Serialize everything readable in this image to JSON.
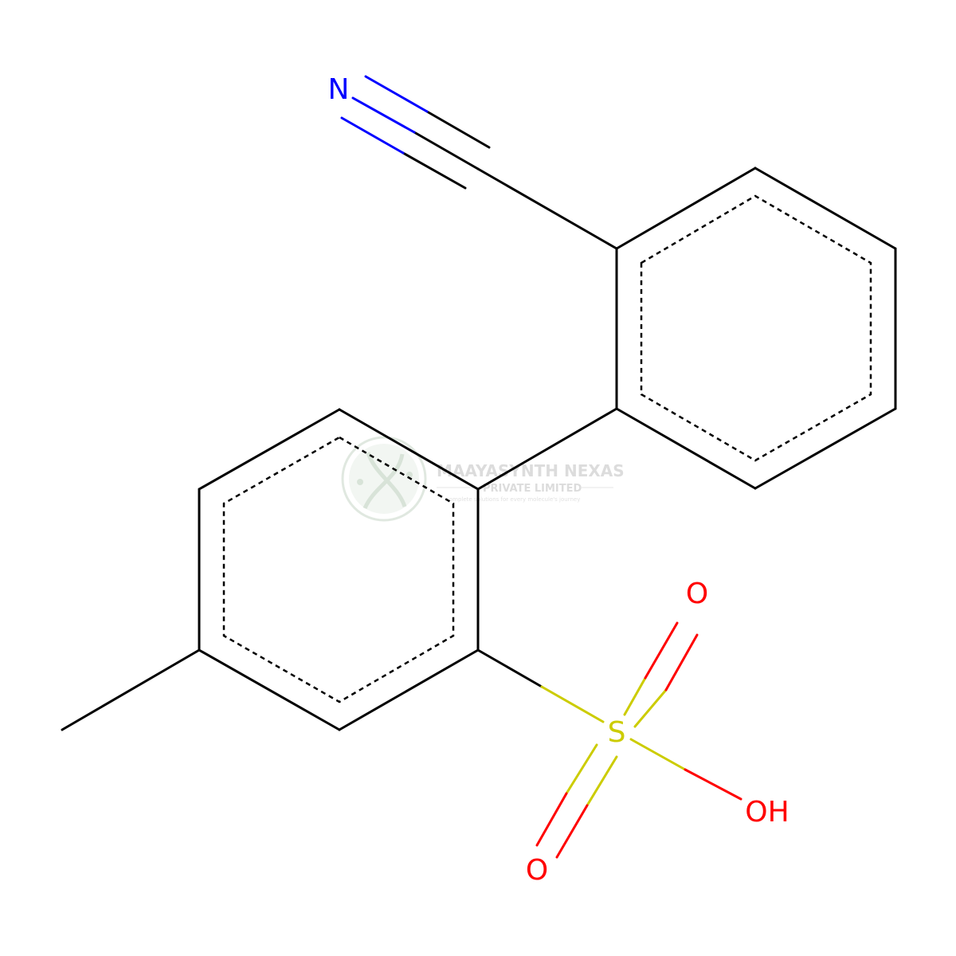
{
  "colors": {
    "carbon": "#000000",
    "nitrogen": "#0000ff",
    "oxygen": "#ff0000",
    "sulfur": "#cccc00",
    "watermark": "#c8d7c8",
    "watermark_text": "#c0c0c0"
  },
  "atoms": {
    "n_label": "N",
    "s_label": "S",
    "o_top_label": "O",
    "o_bottom_label": "O",
    "oh_label": "OH"
  },
  "watermark": {
    "logo_name": "dna-helix-logo",
    "line1": "MAAYASYNTH NEXAS",
    "line2": "PRIVATE LIMITED",
    "line3": "complete solutions for every molecule's journey"
  }
}
